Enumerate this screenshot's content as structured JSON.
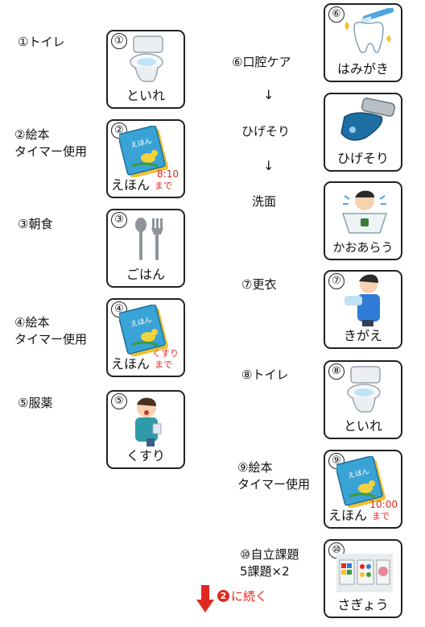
{
  "left_labels": [
    "①トイレ",
    "②絵本\nタイマー使用",
    "③朝食",
    "④絵本\nタイマー使用",
    "⑤服薬"
  ],
  "right_labels": [
    "⑥口腔ケア",
    "ひげそり",
    "洗面",
    "⑦更衣",
    "⑧トイレ",
    "⑨絵本\nタイマー使用",
    "⑩自立課題\n5課題×2"
  ],
  "cards": {
    "c1": {
      "num": "①",
      "caption": "といれ",
      "icon": "toilet-icon"
    },
    "c2": {
      "num": "②",
      "caption": "えほん",
      "time": "8:10",
      "until": "まで",
      "icon": "picture-book-icon"
    },
    "c3": {
      "num": "③",
      "caption": "ごはん",
      "icon": "spoon-fork-icon"
    },
    "c4": {
      "num": "④",
      "caption": "えほん",
      "time": "くすり",
      "until": "まで",
      "icon": "picture-book-icon"
    },
    "c5": {
      "num": "⑤",
      "caption": "くすり",
      "icon": "taking-medicine-icon"
    },
    "c6": {
      "num": "⑥",
      "caption": "はみがき",
      "icon": "toothbrush-icon"
    },
    "c7": {
      "caption": "ひげそり",
      "icon": "shaver-icon"
    },
    "c8": {
      "caption": "かおあらう",
      "icon": "face-washing-icon"
    },
    "c9": {
      "num": "⑦",
      "caption": "きがえ",
      "icon": "changing-clothes-icon"
    },
    "c10": {
      "num": "⑧",
      "caption": "といれ",
      "icon": "toilet-icon"
    },
    "c11": {
      "num": "⑨",
      "caption": "えほん",
      "time": "10:00",
      "until": "まで",
      "icon": "picture-book-icon"
    },
    "c12": {
      "num": "⑩",
      "caption": "さぎょう",
      "icon": "task-tray-icon"
    }
  },
  "book_title": "えほん",
  "arrow": "↓",
  "continue_badge": "2",
  "continue_text": "に続く",
  "colors": {
    "accent_red": "#e0281f",
    "book_blue": "#3aa3d6",
    "book_yellow": "#f2c12e",
    "shaver_blue": "#1f6fa5",
    "tooth_blue": "#4ea5e0"
  }
}
